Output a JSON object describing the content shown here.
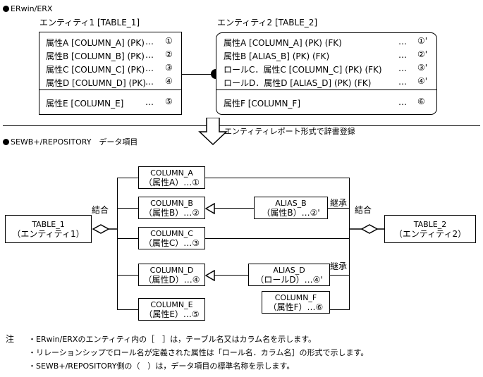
{
  "sections": {
    "erwin": {
      "label": "ERwin/ERX"
    },
    "semb": {
      "label": "SEWB+/REPOSITORY　データ項目"
    }
  },
  "transform": {
    "arrow_label": "エンティティレポート形式で辞書登録"
  },
  "entity1": {
    "title": "エンティティ1 [TABLE_1]",
    "key_attrs": [
      {
        "name": "属性A [COLUMN_A] (PK)",
        "dots": "…",
        "num": "①"
      },
      {
        "name": "属性B [COLUMN_B] (PK)",
        "dots": "…",
        "num": "②"
      },
      {
        "name": "属性C [COLUMN_C] (PK)",
        "dots": "…",
        "num": "③"
      },
      {
        "name": "属性D [COLUMN_D] (PK)",
        "dots": "…",
        "num": "④"
      }
    ],
    "nonkey_attrs": [
      {
        "name": "属性E [COLUMN_E]",
        "dots": "…",
        "num": "⑤"
      }
    ]
  },
  "entity2": {
    "title": "エンティティ2 [TABLE_2]",
    "key_attrs": [
      {
        "name": "属性A [COLUMN_A] (PK) (FK)",
        "dots": "…",
        "num": "①'"
      },
      {
        "name": "属性B [ALIAS_B] (PK) (FK)",
        "dots": "…",
        "num": "②'"
      },
      {
        "name": "ロールC．属性C [COLUMN_C] (PK) (FK)",
        "dots": "…",
        "num": "③'"
      },
      {
        "name": "ロールD．属性D [ALIAS_D] (PK) (FK)",
        "dots": "…",
        "num": "④'"
      }
    ],
    "nonkey_attrs": [
      {
        "name": "属性F [COLUMN_F]",
        "dots": "…",
        "num": "⑥"
      }
    ]
  },
  "repository": {
    "table1": {
      "line1": "TABLE_1",
      "line2": "（エンティティ1）"
    },
    "table2": {
      "line1": "TABLE_2",
      "line2": "（エンティティ2）"
    },
    "columns": [
      {
        "line1": "COLUMN_A",
        "line2": "（属性A）…①"
      },
      {
        "line1": "COLUMN_B",
        "line2": "（属性B）…②"
      },
      {
        "line1": "COLUMN_C",
        "line2": "（属性C）…③"
      },
      {
        "line1": "COLUMN_D",
        "line2": "（属性D）…④"
      },
      {
        "line1": "COLUMN_E",
        "line2": "（属性E）…⑤"
      }
    ],
    "aliases": [
      {
        "line1": "ALIAS_B",
        "line2": "（属性B）…②'"
      },
      {
        "line1": "ALIAS_D",
        "line2": "（ロールD）…④'"
      },
      {
        "line1": "COLUMN_F",
        "line2": "（属性F）…⑥"
      }
    ],
    "relations": {
      "join_left": "結合",
      "join_right": "結合",
      "inherit_b": "継承",
      "inherit_d": "継承"
    }
  },
  "notes": {
    "head": "注",
    "lines": [
      "・ERwin/ERXのエンティティ内の［　］は，テーブル名又はカラム名を示します。",
      "・リレーションシップでロール名が定義された属性は「ロール名．カラム名］の形式で示します。",
      "・SEWB+/REPOSITORY側の（　）は，データ項目の標準名称を示します。"
    ]
  }
}
